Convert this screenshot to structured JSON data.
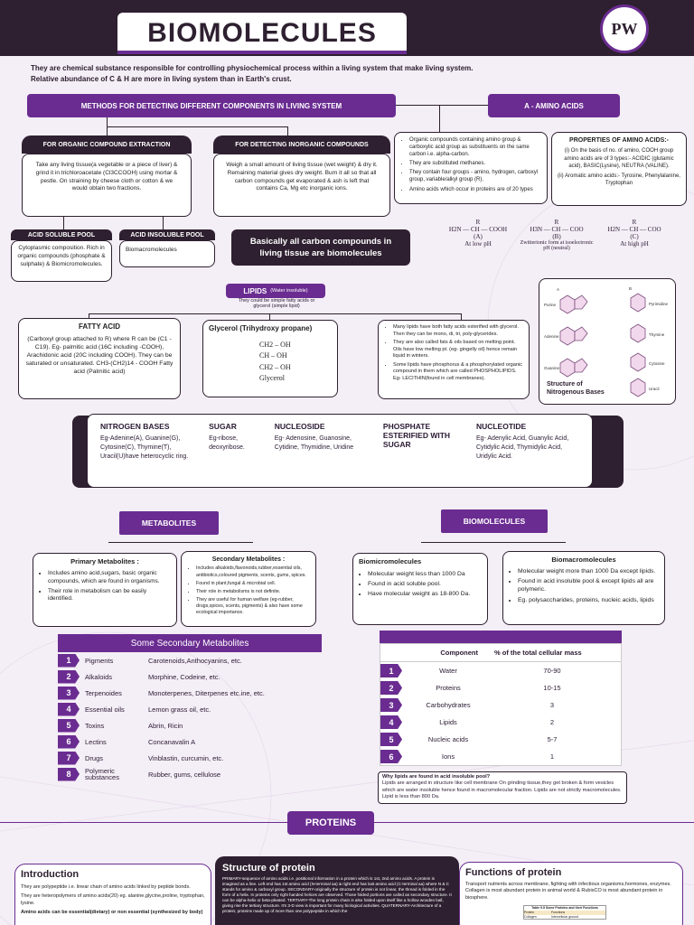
{
  "title": "BIOMOLECULES",
  "logo_text": "PW",
  "intro": "They are chemical substance responsible for controlling physiochemical process within a living system that make living system.  Relative abundance of C & H are more in living system than in Earth's crust.",
  "methods_header": "METHODS FOR DETECTING DIFFERENT COMPONENTS IN LIVING SYSTEM",
  "amino_header": "A - AMINO ACIDS",
  "organic_tab": "FOR ORGANIC COMPOUND EXTRACTION",
  "organic_text": "Take any living tissue(a vegetable or a piece of liver) & grind it in trichloroacetate (Cl3CCOOH) using mortar & pestle. On straining by cheese cloth or cotton & we would obtain two fractions.",
  "inorganic_tab": "FOR DETECTING INORGANIC COMPOUNDS",
  "inorganic_text": "Weigh a small amount of living tissue (wet weight) & dry it. Remaining material gives dry weight. Burn it all so that all carbon compounds get evaporated & ash is left that contains Ca, Mg etc inorganic ions.",
  "amino_points": [
    "Organic compounds containing amino group & carboxylic acid group as substituents on the same carbon i.e. alpha-carbon.",
    "They are substituted methanes.",
    "They contain four groups - amino, hydrogen, carboxyl group, variable/alkyl group (R).",
    "Amino acids which occur in proteins are of 20 types"
  ],
  "amino_props_title": "PROPERTIES OF AMINO ACIDS:-",
  "amino_props_1": "(i) On the basis of no. of amino, COOH group amino acids are of 3 types:- ACIDIC (glutamic acid), BASIC(Lysine), NEUTRA (VALINE).",
  "amino_props_2": "(ii) Aromatic amino acids:- Tyrosine, Phenylalanine, Tryptophan",
  "structures": {
    "a_formula": "H2N — CH — COOH",
    "a_label": "(A)",
    "a_cond": "At low pH",
    "b_formula": "H3N — CH — COO",
    "b_label": "(B)",
    "b_cond": "Zwitterionic form at isoelectronic pH (neutral)",
    "c_formula": "H2N — CH — COO",
    "c_label": "(C)",
    "c_cond": "At high pH",
    "r": "R"
  },
  "acid_soluble_tab": "ACID SOLUBLE POOL",
  "acid_soluble_text": "Cytoplasmic composition. Rich in organic compounds (phosphate & sulphate) & Biomicromolecules.",
  "acid_insoluble_tab": "ACID INSOLUBLE POOL",
  "acid_insoluble_text": "Biomacromolecules",
  "carbon_box": "Basically all carbon compounds in living tissue are biomolecules",
  "lipids_title": "LIPIDS",
  "lipids_sub": "(Water insoluble)",
  "lipids_desc": "They could be simple fatty acids or glycerol (simple lipid)",
  "fatty_title": "FATTY ACID",
  "fatty_text": "(Carboxyl group attached to R) where R can be (C1 - C19). Eg- palmitic acid (16C including -COOH), Arachidonic acid (20C including COOH). They can be saturated or unsaturated. CH3-(CH2)14 - COOH Fatty acid (Palmitic acid)",
  "glycerol_title": "Glycerol (Trihydroxy propane)",
  "glycerol_lines": [
    "CH2 – OH",
    "CH – OH",
    "CH2 – OH"
  ],
  "glycerol_caption": "Glycerol",
  "lipid_points": [
    "Many lipids have both fatty acids esterified with glycerol. Then they can be mono, di, tri, poly-glycerides.",
    "They are also called fats & oils based on melting point. Oils have low melting pt. (eg- gingelly oil) hence remain liquid in winters.",
    "Some lipids have phosphorus & a phosphorylated organic compound in them which are called PHOSPHOLIPIDS. Eg- LECITHIN(found in cell membranes)."
  ],
  "nitro_caption": "Structure of Nitrogenous Bases",
  "nitro_labels": [
    "A",
    "B",
    "Purine",
    "Pyrimidine",
    "Adenine",
    "Thymine",
    "Guanine",
    "Cytosine",
    "Uracil"
  ],
  "nucleo": [
    {
      "title": "NITROGEN BASES",
      "text": "Eg-Adenine(A), Guanine(G), Cytosine(C), Thymine(T), Uracil(U)have heterocyclic ring."
    },
    {
      "title": "SUGAR",
      "text": "Eg-ribose, deoxyribose."
    },
    {
      "title": "NUCLEOSIDE",
      "text": "Eg- Adenosine, Guanosine, Cytidine, Thymidine, Uridine"
    },
    {
      "title": "PHOSPHATE ESTERIFIED WITH SUGAR",
      "text": ""
    },
    {
      "title": "NUCLEOTIDE",
      "text": "Eg- Adenylic Acid, Guanylic Acid, Cytidylic Acid, Thymidylic Acid, Uridylic Acid."
    }
  ],
  "metabolites_header": "METABOLITES",
  "biomolecules_header": "BIOMOLECULES",
  "primary_title": "Primary Metabolites :",
  "primary_points": [
    "Includes amino acid,sugars, basic organic compounds, which are found in organisms.",
    "Their role in metabolism can be easily identified."
  ],
  "secondary_title": "Secondary Metabolites :",
  "secondary_points": [
    "Includes alkaloids,flavonoids,rubber,essential oils, antibiotics,coloured pigments, scents, gums, spices.",
    "Found in plant,fungal & microbial cell.",
    "Their role in metabolisms is not definite.",
    "They are useful for human welfare (eg-rubber, drugs,spices, scents, pigments) & also have some ecological importance."
  ],
  "micro_title": "Biomicromolecules",
  "micro_points": [
    "Molecular weight less than 1000 Da",
    "Found in acid soluble pool.",
    "Have molecular weight as 18-800 Da."
  ],
  "macro_title": "Biomacromolecules",
  "macro_points": [
    "Molecular weight more than 1000 Da except lipids.",
    "Found in acid insoluble pool & except lipids all are polymeric.",
    "Eg. polysaccharides, proteins, nucleic acids, lipids"
  ],
  "sec_table_title": "Some Secondary Metabolites",
  "sec_table": [
    {
      "n": "1",
      "name": "Pigments",
      "ex": "Carotenoids,Anthocyanins, etc."
    },
    {
      "n": "2",
      "name": "Alkaloids",
      "ex": "Morphine, Codeine, etc."
    },
    {
      "n": "3",
      "name": "Terpenoides",
      "ex": "Monoterpenes, Diterpenes etc.ine, etc."
    },
    {
      "n": "4",
      "name": "Essential oils",
      "ex": "Lemon grass oil, etc."
    },
    {
      "n": "5",
      "name": "Toxins",
      "ex": "Abrin, Ricin"
    },
    {
      "n": "6",
      "name": "Lectins",
      "ex": "Concanavalin A"
    },
    {
      "n": "7",
      "name": "Drugs",
      "ex": "Vinblastin, curcumin, etc."
    },
    {
      "n": "8",
      "name": "Polymeric substances",
      "ex": "Rubber, gums, cellulose"
    }
  ],
  "comp_headers": [
    "Component",
    "% of the total cellular mass"
  ],
  "comp_table": [
    {
      "n": "1",
      "name": "Water",
      "val": "70-90"
    },
    {
      "n": "2",
      "name": "Proteins",
      "val": "10-15"
    },
    {
      "n": "3",
      "name": "Carbohydrates",
      "val": "3"
    },
    {
      "n": "4",
      "name": "Lipids",
      "val": "2"
    },
    {
      "n": "5",
      "name": "Nucleic acids",
      "val": "5-7"
    },
    {
      "n": "6",
      "name": "Ions",
      "val": "1"
    }
  ],
  "lipid_note_title": "Why lipids are found in acid insoluble pool?",
  "lipid_note": "Lipids are arranged in structure like cell membrane On grinding tissue,they get broken & form vesicles which are water insoluble hence found in macromolecular fraction. Lipids are not strictly macromolecules. Lipid is less than 800 Da.",
  "proteins_header": "PROTEINS",
  "intro_title": "Introduction",
  "intro_lines": [
    "They are polypeptide i.e. linear chain of amino acids linked by peptide bonds.",
    "They are heteropolymers of amino acids(20) eg. alanine,glycine,proline, tryptophan, lysine.",
    "Amino acids can be essential(dietary) or non essential (synthesized by body)"
  ],
  "structure_title": "Structure of protein",
  "structure_text": "PRIMARY-sequence of amino acids i.e. positional information in a protein which is 1st, 2nd amino acids. A protein is imagined as a line. Left end has 1st amino acid (N-terminal aa) & right end has last amino acid (C-terminal aa) where N & C stands for amino & carboxyl group. SECONDARY-originally the structure of protein is not linear, the thread is folded in the form of a helix. In proteins only right handed helices are observed. Those folded portions are called as secondary structure. It can be alpha-helix or beta-pleated. TERTIARY-The long protein chain is also folded upon itself like a hollow wooden ball, giving rise the tertiary structure. It's 3-D view is important for many biological activities. QUATERNARY-Architecture of a protein; proteins made up of more than one polypeptide in which the",
  "functions_title": "Functions of protein",
  "functions_text": "Transport nutrients across membrane, fighting with infectious organisms,hormones, enzymes. Collagen is most abundant protein in animal world & RubisCO is most abundant protein in biosphere.",
  "functions_table_title": "Table 9.5 Some Proteins and their Functions",
  "functions_table_cols": [
    "Protein",
    "Functions"
  ],
  "functions_table_row": [
    "Collagen",
    "Intercellular ground"
  ]
}
